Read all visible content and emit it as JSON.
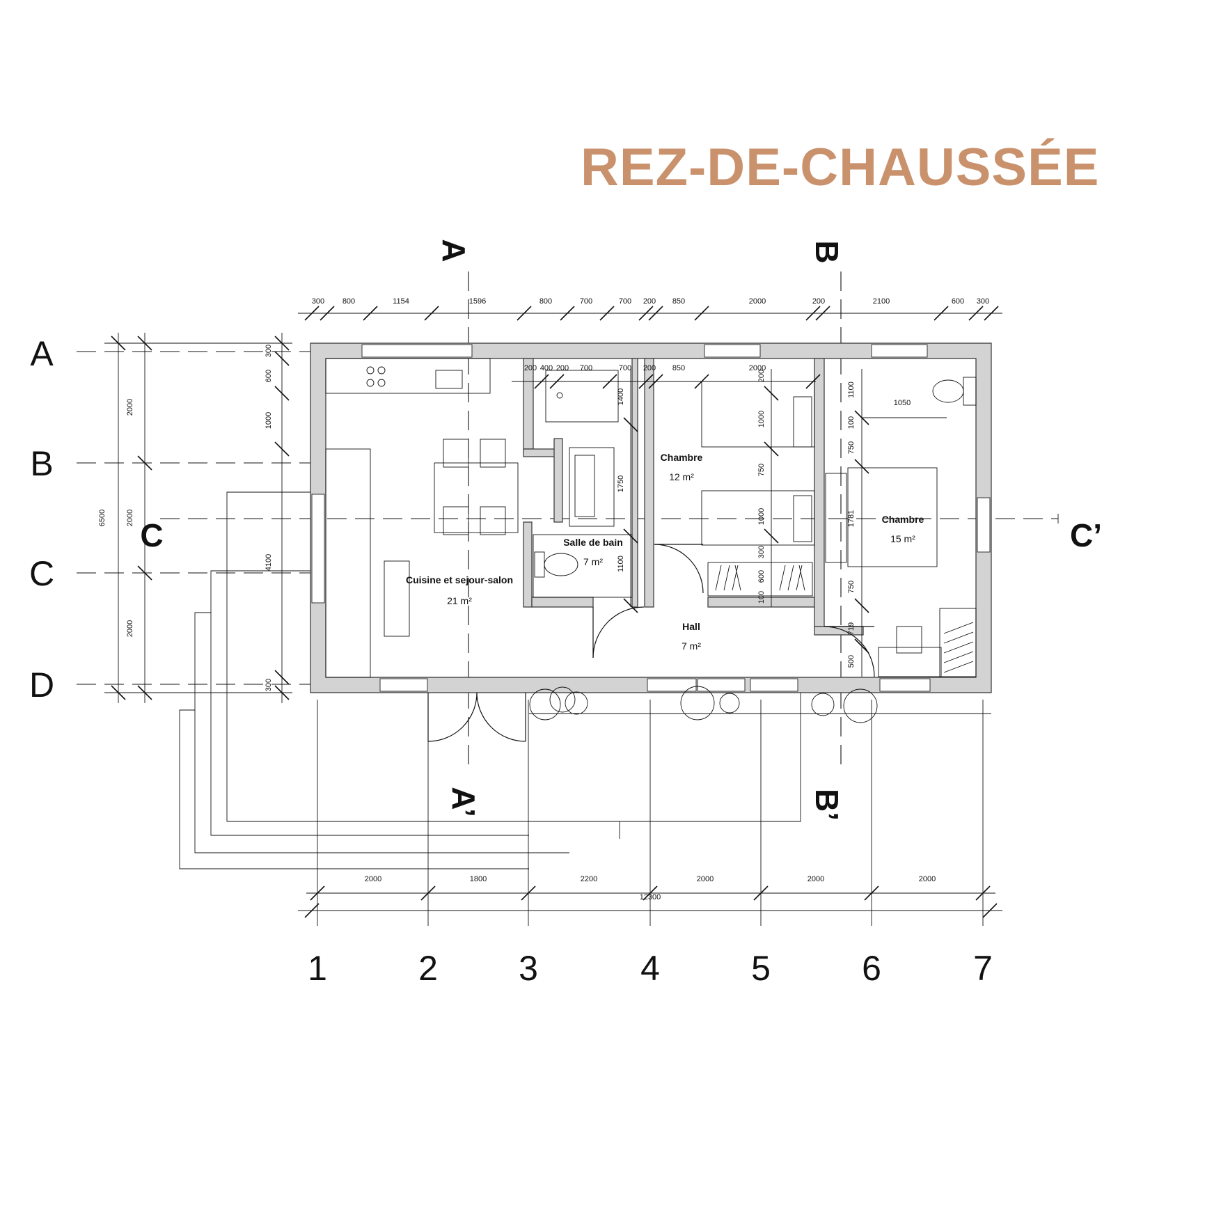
{
  "title": "REZ-DE-CHAUSSÉE",
  "grid_rows": [
    "A",
    "B",
    "C",
    "D"
  ],
  "grid_cols": [
    "1",
    "2",
    "3",
    "4",
    "5",
    "6",
    "7"
  ],
  "sections": {
    "a_top": "A",
    "a_bottom": "A’",
    "b_top": "B",
    "b_bottom": "B’",
    "c_left": "C",
    "c_right": "C’"
  },
  "rooms": [
    {
      "name": "Cuisine et sejour-salon",
      "area": "21 m²"
    },
    {
      "name": "Salle de bain",
      "area": "7 m²"
    },
    {
      "name": "Chambre",
      "area": "12 m²"
    },
    {
      "name": "Chambre",
      "area": "15 m²"
    },
    {
      "name": "Hall",
      "area": "7 m²"
    }
  ],
  "dims_top_outer": [
    "300",
    "800",
    "1154",
    "1596",
    "800",
    "700",
    "700",
    "200",
    "850",
    "2000",
    "200",
    "2100",
    "600",
    "300"
  ],
  "dims_top_inner": [
    "200",
    "400",
    "200",
    "700",
    "700",
    "200",
    "850",
    "2000"
  ],
  "dims_bottom": [
    "2000",
    "1800",
    "2200",
    "2000",
    "2000",
    "2000"
  ],
  "dim_total_width": "12300",
  "dims_left_outer": [
    "2000",
    "2000",
    "2000"
  ],
  "dim_total_height": "6500",
  "dims_left_inner": [
    "300",
    "600",
    "1000",
    "4100",
    "300"
  ],
  "dims_interior": {
    "bath_1400": "1400",
    "bath_1750": "1750",
    "bath_1100": "1100",
    "bed1_200": "200",
    "bed1_1000a": "1000",
    "bed1_750": "750",
    "bed1_1000b": "1000",
    "bed1_300": "300",
    "bed1_600": "600",
    "bed1_100": "100",
    "bed2_1100": "1100",
    "bed2_100": "100",
    "bed2_1050": "1050",
    "bed2_750a": "750",
    "bed2_1781": "1781",
    "bed2_750b": "750",
    "bed2_719": "719",
    "bed2_500": "500"
  }
}
